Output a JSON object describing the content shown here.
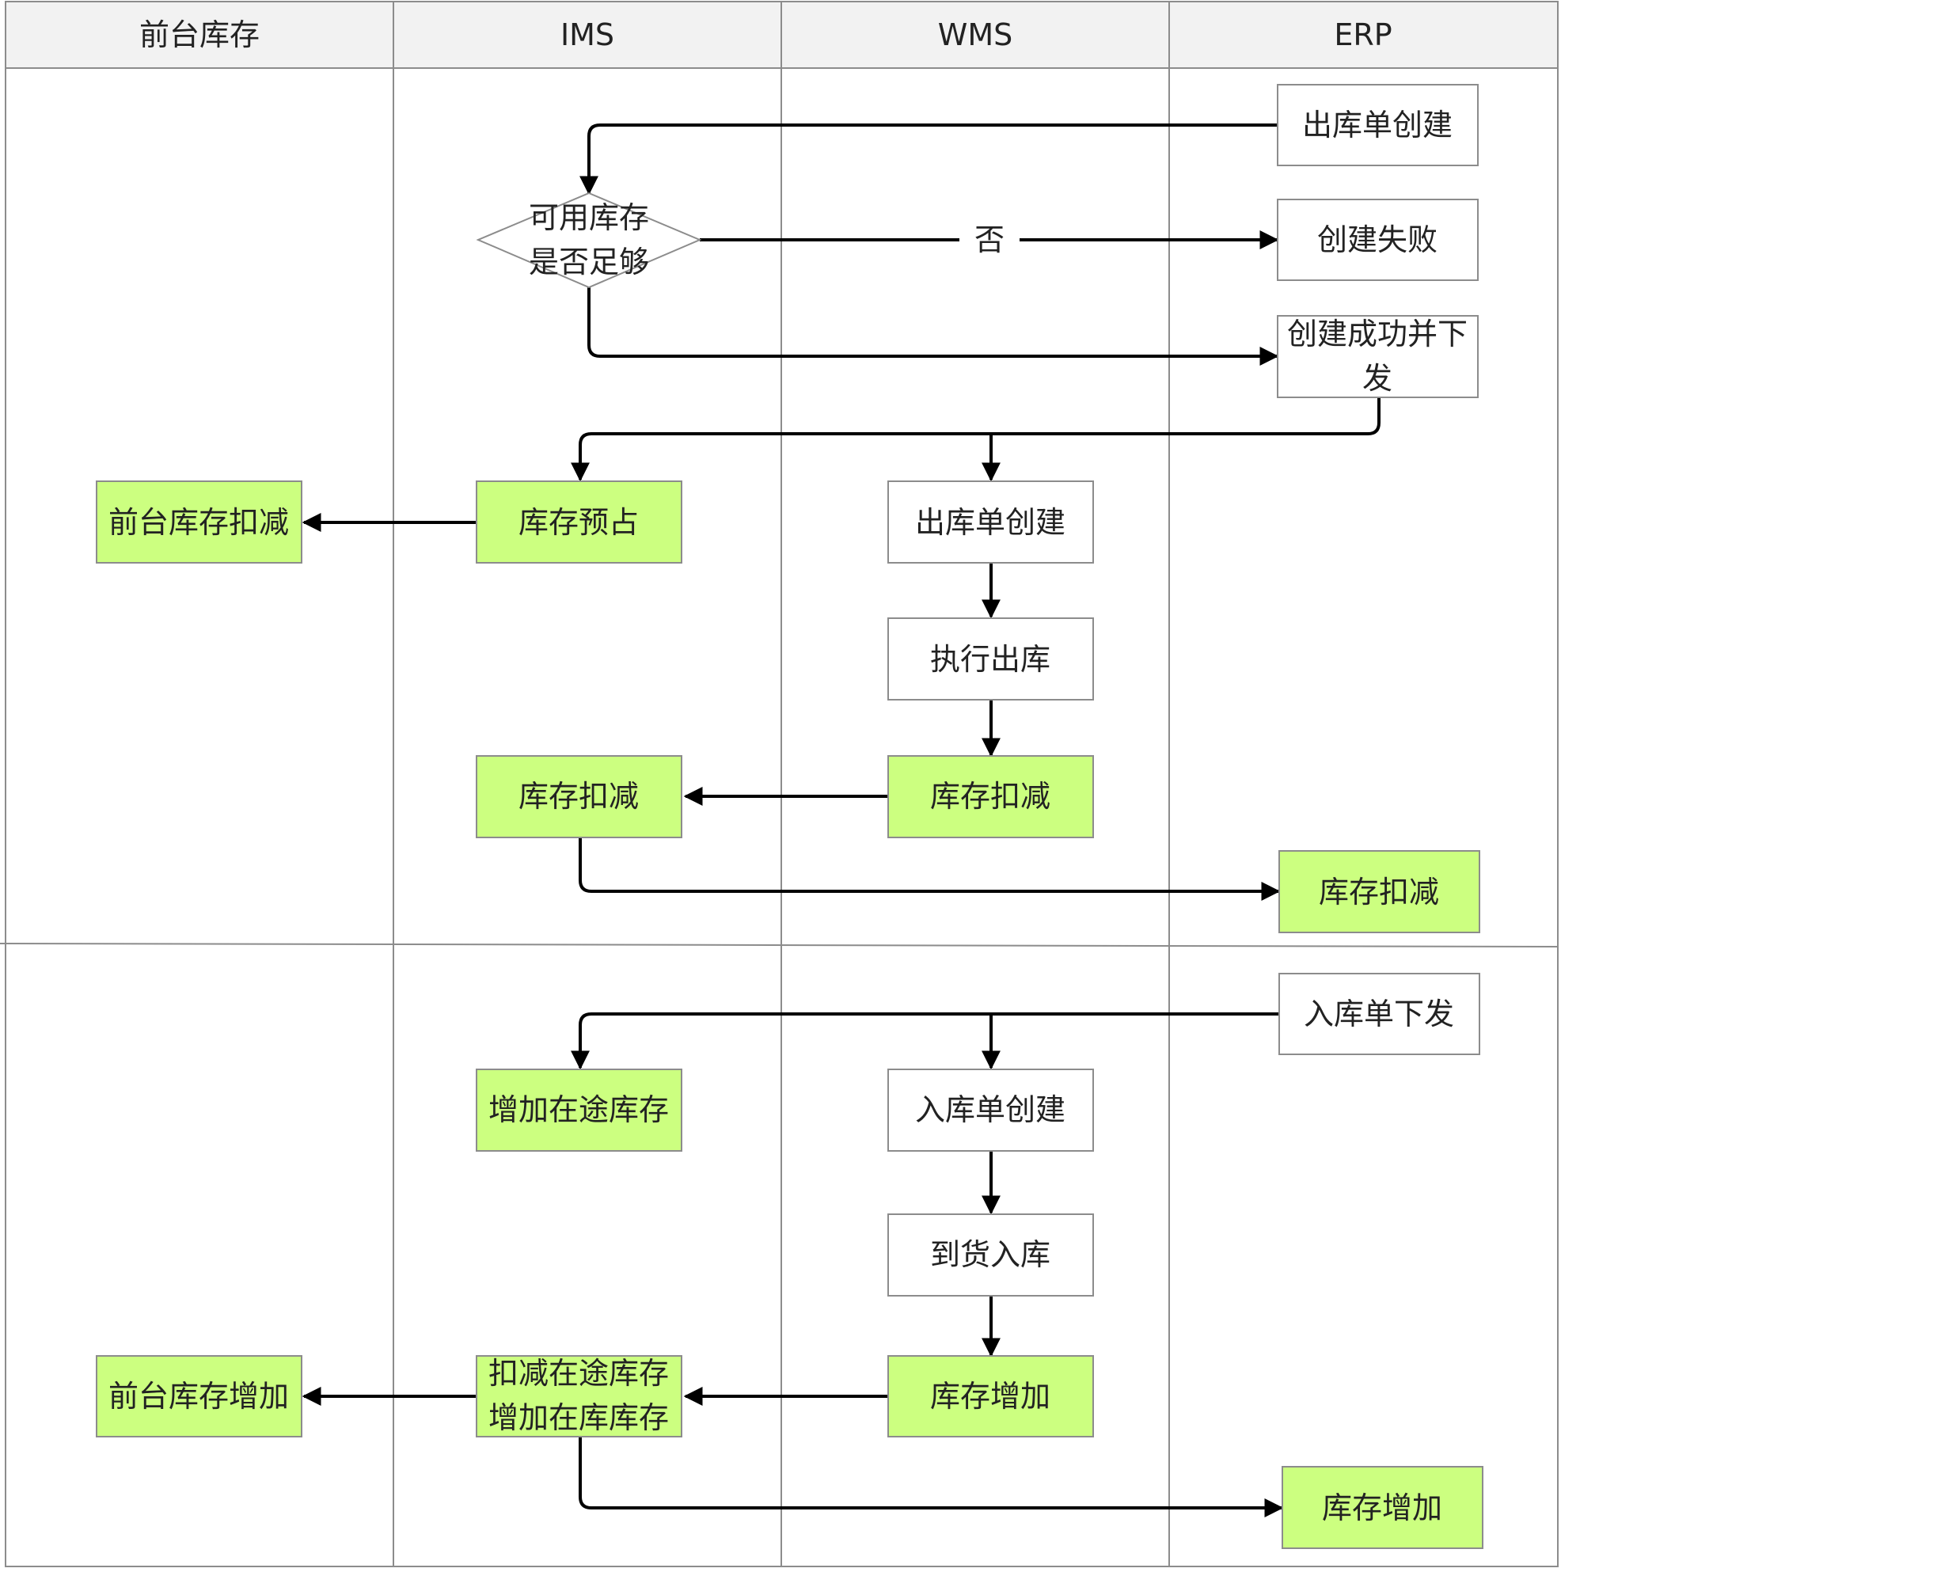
{
  "colors": {
    "highlight_fill": "#ccff80",
    "plain_fill": "#ffffff",
    "header_fill": "#f2f2f2",
    "border": "#8c8c8c",
    "connector": "#000000"
  },
  "lanes": [
    "前台库存",
    "IMS",
    "WMS",
    "ERP"
  ],
  "labels": {
    "no": "否"
  },
  "nodes": {
    "erp_out_create": "出库单创建",
    "stock_check_line1": "可用库存",
    "stock_check_line2": "是否足够",
    "erp_create_fail": "创建失败",
    "erp_create_ok_line1": "创建成功并下",
    "erp_create_ok_line2": "发",
    "front_deduct": "前台库存扣减",
    "ims_reserve": "库存预占",
    "wms_out_create": "出库单创建",
    "wms_exec_out": "执行出库",
    "wms_deduct": "库存扣减",
    "ims_deduct": "库存扣减",
    "erp_deduct": "库存扣减",
    "erp_in_issue": "入库单下发",
    "ims_transit_add": "增加在途库存",
    "wms_in_create": "入库单创建",
    "wms_arrival": "到货入库",
    "front_add": "前台库存增加",
    "ims_adjust_line1": "扣减在途库存",
    "ims_adjust_line2": "增加在库库存",
    "wms_add": "库存增加",
    "erp_add": "库存增加"
  }
}
